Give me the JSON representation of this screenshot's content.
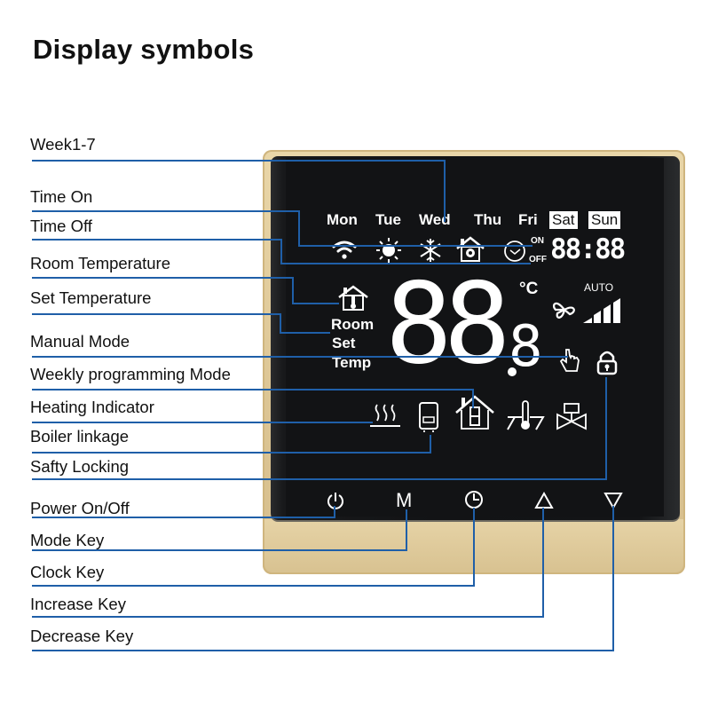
{
  "title": "Display symbols",
  "labels": [
    {
      "id": "week",
      "text": "Week1-7"
    },
    {
      "id": "time_on",
      "text": "Time On"
    },
    {
      "id": "time_off",
      "text": "Time Off"
    },
    {
      "id": "room_temp",
      "text": "Room Temperature"
    },
    {
      "id": "set_temp",
      "text": "Set Temperature"
    },
    {
      "id": "manual",
      "text": "Manual Mode"
    },
    {
      "id": "weekly",
      "text": "Weekly programming Mode"
    },
    {
      "id": "heating",
      "text": "Heating Indicator"
    },
    {
      "id": "boiler",
      "text": "Boiler linkage"
    },
    {
      "id": "lock",
      "text": "Safty Locking"
    },
    {
      "id": "power",
      "text": "Power On/Off"
    },
    {
      "id": "mode_key",
      "text": "Mode Key"
    },
    {
      "id": "clock_key",
      "text": "Clock Key"
    },
    {
      "id": "increase_key",
      "text": "Increase Key"
    },
    {
      "id": "decrease_key",
      "text": "Decrease Key"
    }
  ],
  "display": {
    "days": [
      "Mon",
      "Tue",
      "Wed",
      "Thu",
      "Fri",
      "Sat",
      "Sun"
    ],
    "on_label": "ON",
    "off_label": "OFF",
    "clock_digits": "88:88",
    "main_digits": "88",
    "decimal_digit": "8",
    "unit": "°C",
    "auto_label": "AUTO",
    "temp_labels": [
      "Room",
      "Set",
      "Temp"
    ]
  },
  "keys": [
    {
      "name": "power",
      "glyph": "power-icon"
    },
    {
      "name": "mode",
      "glyph": "M"
    },
    {
      "name": "clock",
      "glyph": "clock-icon"
    },
    {
      "name": "increase",
      "glyph": "up-triangle-icon"
    },
    {
      "name": "decrease",
      "glyph": "down-triangle-icon"
    }
  ],
  "colors": {
    "leader_line": "#1f5fa8",
    "bezel": "#dcc594",
    "screen": "#131416",
    "lcd": "#ffffff"
  }
}
